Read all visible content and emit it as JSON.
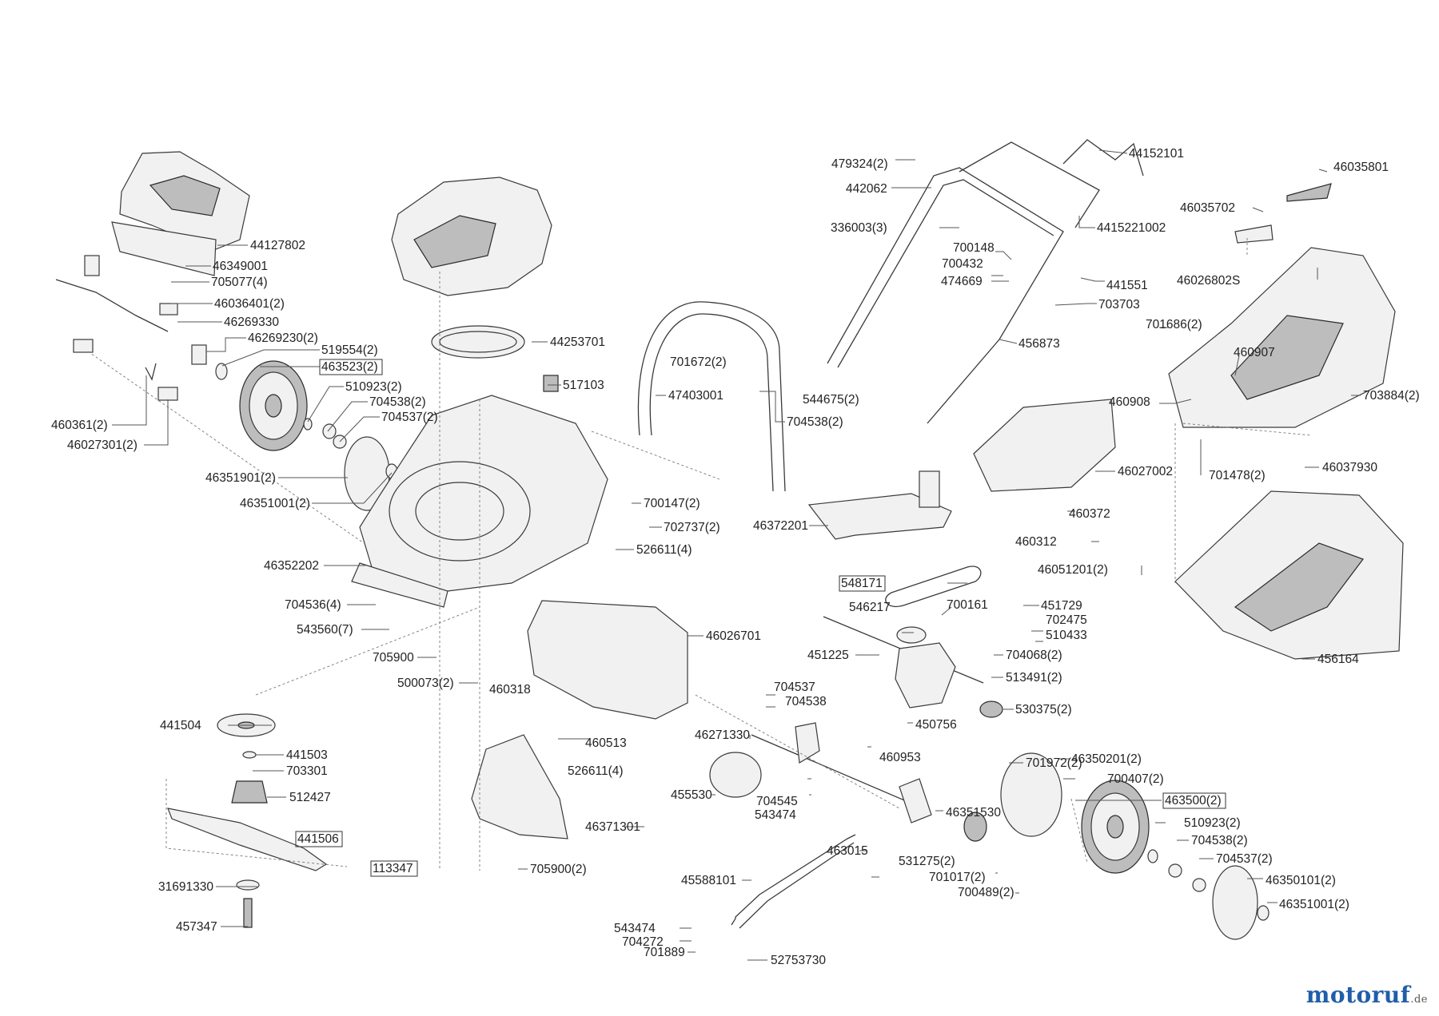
{
  "diagram": {
    "labels": [
      {
        "id": "p44127802",
        "text": "44127802",
        "side": "right",
        "boxed": false
      },
      {
        "id": "p46349001",
        "text": "46349001",
        "side": "right",
        "boxed": false
      },
      {
        "id": "p705077",
        "text": "705077(4)",
        "side": "right",
        "boxed": false
      },
      {
        "id": "p46036401",
        "text": "46036401(2)",
        "side": "right",
        "boxed": false
      },
      {
        "id": "p46269330",
        "text": "46269330",
        "side": "right",
        "boxed": false
      },
      {
        "id": "p46269230",
        "text": "46269230(2)",
        "side": "right",
        "boxed": false
      },
      {
        "id": "p519554",
        "text": "519554(2)",
        "side": "right",
        "boxed": false
      },
      {
        "id": "p463523",
        "text": "463523(2)",
        "side": "right",
        "boxed": true
      },
      {
        "id": "p510923a",
        "text": "510923(2)",
        "side": "right",
        "boxed": false
      },
      {
        "id": "p704538a",
        "text": "704538(2)",
        "side": "right",
        "boxed": false
      },
      {
        "id": "p704537a",
        "text": "704537(2)",
        "side": "right",
        "boxed": false
      },
      {
        "id": "p460361",
        "text": "460361(2)",
        "side": "left",
        "boxed": false
      },
      {
        "id": "p46027301",
        "text": "46027301(2)",
        "side": "left",
        "boxed": false
      },
      {
        "id": "p46351901",
        "text": "46351901(2)",
        "side": "left",
        "boxed": false
      },
      {
        "id": "p46351001a",
        "text": "46351001(2)",
        "side": "left",
        "boxed": false
      },
      {
        "id": "p44253701",
        "text": "44253701",
        "side": "right",
        "boxed": false
      },
      {
        "id": "p517103",
        "text": "517103",
        "side": "right",
        "boxed": false
      },
      {
        "id": "p46352202",
        "text": "46352202",
        "side": "left",
        "boxed": false
      },
      {
        "id": "p704536",
        "text": "704536(4)",
        "side": "left",
        "boxed": false
      },
      {
        "id": "p543560",
        "text": "543560(7)",
        "side": "left",
        "boxed": false
      },
      {
        "id": "p705900a",
        "text": "705900",
        "side": "left",
        "boxed": false
      },
      {
        "id": "p500073",
        "text": "500073(2)",
        "side": "left",
        "boxed": false
      },
      {
        "id": "p460318",
        "text": "460318",
        "side": "left",
        "boxed": false
      },
      {
        "id": "p441504",
        "text": "441504",
        "side": "left",
        "boxed": false
      },
      {
        "id": "p441503",
        "text": "441503",
        "side": "right",
        "boxed": false
      },
      {
        "id": "p703301",
        "text": "703301",
        "side": "right",
        "boxed": false
      },
      {
        "id": "p512427",
        "text": "512427",
        "side": "right",
        "boxed": false
      },
      {
        "id": "p441506",
        "text": "441506",
        "side": "right",
        "boxed": true
      },
      {
        "id": "p113347",
        "text": "113347",
        "side": "right",
        "boxed": true
      },
      {
        "id": "p31691330",
        "text": "31691330",
        "side": "left",
        "boxed": false
      },
      {
        "id": "p457347",
        "text": "457347",
        "side": "left",
        "boxed": false
      },
      {
        "id": "p700147",
        "text": "700147(2)",
        "side": "right",
        "boxed": false
      },
      {
        "id": "p702737",
        "text": "702737(2)",
        "side": "right",
        "boxed": false
      },
      {
        "id": "p526611a",
        "text": "526611(4)",
        "side": "right",
        "boxed": false
      },
      {
        "id": "p46026701",
        "text": "46026701",
        "side": "right",
        "boxed": false
      },
      {
        "id": "p460513",
        "text": "460513",
        "side": "left",
        "boxed": false
      },
      {
        "id": "p526611b",
        "text": "526611(4)",
        "side": "left",
        "boxed": false
      },
      {
        "id": "p46371301",
        "text": "46371301",
        "side": "right",
        "boxed": false
      },
      {
        "id": "p705900b",
        "text": "705900(2)",
        "side": "right",
        "boxed": false
      },
      {
        "id": "p47403001",
        "text": "47403001",
        "side": "right",
        "boxed": false
      },
      {
        "id": "p701672",
        "text": "701672(2)",
        "side": "left",
        "boxed": false
      },
      {
        "id": "p544675",
        "text": "544675(2)",
        "side": "right",
        "boxed": false
      },
      {
        "id": "p704538b",
        "text": "704538(2)",
        "side": "right",
        "boxed": false
      },
      {
        "id": "p46372201",
        "text": "46372201",
        "side": "left",
        "boxed": false
      },
      {
        "id": "p479324",
        "text": "479324(2)",
        "side": "left",
        "boxed": false
      },
      {
        "id": "p442062",
        "text": "442062",
        "side": "left",
        "boxed": false
      },
      {
        "id": "p336003",
        "text": "336003(3)",
        "side": "left",
        "boxed": false
      },
      {
        "id": "p44152101",
        "text": "44152101",
        "side": "right",
        "boxed": false
      },
      {
        "id": "p4415221002",
        "text": "4415221002",
        "side": "right",
        "boxed": false
      },
      {
        "id": "p700148",
        "text": "700148",
        "side": "left",
        "boxed": false
      },
      {
        "id": "p700432",
        "text": "700432",
        "side": "left",
        "boxed": false
      },
      {
        "id": "p474669",
        "text": "474669",
        "side": "left",
        "boxed": false
      },
      {
        "id": "p441551",
        "text": "441551",
        "side": "right",
        "boxed": false
      },
      {
        "id": "p703703",
        "text": "703703",
        "side": "right",
        "boxed": false
      },
      {
        "id": "p456873",
        "text": "456873",
        "side": "right",
        "boxed": false
      },
      {
        "id": "p46035801",
        "text": "46035801",
        "side": "right",
        "boxed": false
      },
      {
        "id": "p46035702",
        "text": "46035702",
        "side": "left",
        "boxed": false
      },
      {
        "id": "p46026802S",
        "text": "46026802S",
        "side": "left",
        "boxed": false
      },
      {
        "id": "p701686",
        "text": "701686(2)",
        "side": "left",
        "boxed": false
      },
      {
        "id": "p460907",
        "text": "460907",
        "side": "left",
        "boxed": false
      },
      {
        "id": "p703884",
        "text": "703884(2)",
        "side": "right",
        "boxed": false
      },
      {
        "id": "p460908",
        "text": "460908",
        "side": "left",
        "boxed": false
      },
      {
        "id": "p701478",
        "text": "701478(2)",
        "side": "right",
        "boxed": false
      },
      {
        "id": "p46037930",
        "text": "46037930",
        "side": "right",
        "boxed": false
      },
      {
        "id": "p46027002",
        "text": "46027002",
        "side": "right",
        "boxed": false
      },
      {
        "id": "p460372",
        "text": "460372",
        "side": "right",
        "boxed": false
      },
      {
        "id": "p460312",
        "text": "460312",
        "side": "left",
        "boxed": false
      },
      {
        "id": "p46051201",
        "text": "46051201(2)",
        "side": "left",
        "boxed": false
      },
      {
        "id": "p548171",
        "text": "548171",
        "side": "left",
        "boxed": true
      },
      {
        "id": "p546217",
        "text": "546217",
        "side": "left",
        "boxed": false
      },
      {
        "id": "p700161",
        "text": "700161",
        "side": "right",
        "boxed": false
      },
      {
        "id": "p451729",
        "text": "451729",
        "side": "right",
        "boxed": false
      },
      {
        "id": "p702475",
        "text": "702475",
        "side": "right",
        "boxed": false
      },
      {
        "id": "p510433",
        "text": "510433",
        "side": "right",
        "boxed": false
      },
      {
        "id": "p451225",
        "text": "451225",
        "side": "left",
        "boxed": false
      },
      {
        "id": "p704068",
        "text": "704068(2)",
        "side": "right",
        "boxed": false
      },
      {
        "id": "p513491",
        "text": "513491(2)",
        "side": "right",
        "boxed": false
      },
      {
        "id": "p530375",
        "text": "530375(2)",
        "side": "right",
        "boxed": false
      },
      {
        "id": "p456164",
        "text": "456164",
        "side": "right",
        "boxed": false
      },
      {
        "id": "p704537b",
        "text": "704537",
        "side": "right",
        "boxed": false
      },
      {
        "id": "p704538c",
        "text": "704538",
        "side": "right",
        "boxed": false
      },
      {
        "id": "p450756",
        "text": "450756",
        "side": "right",
        "boxed": false
      },
      {
        "id": "p460953",
        "text": "460953",
        "side": "right",
        "boxed": false
      },
      {
        "id": "p46271330",
        "text": "46271330",
        "side": "left",
        "boxed": false
      },
      {
        "id": "p455530",
        "text": "455530",
        "side": "left",
        "boxed": false
      },
      {
        "id": "p704545",
        "text": "704545",
        "side": "left",
        "boxed": false
      },
      {
        "id": "p543474a",
        "text": "543474",
        "side": "left",
        "boxed": false
      },
      {
        "id": "p46351530",
        "text": "46351530",
        "side": "right",
        "boxed": false
      },
      {
        "id": "p463015",
        "text": "463015",
        "side": "left",
        "boxed": false
      },
      {
        "id": "p531275",
        "text": "531275(2)",
        "side": "right",
        "boxed": false
      },
      {
        "id": "p701017",
        "text": "701017(2)",
        "side": "left",
        "boxed": false
      },
      {
        "id": "p700489",
        "text": "700489(2)",
        "side": "left",
        "boxed": false
      },
      {
        "id": "p45588101",
        "text": "45588101",
        "side": "left",
        "boxed": false
      },
      {
        "id": "p543474b",
        "text": "543474",
        "side": "left",
        "boxed": false
      },
      {
        "id": "p704272",
        "text": "704272",
        "side": "left",
        "boxed": false
      },
      {
        "id": "p701889",
        "text": "701889",
        "side": "left",
        "boxed": false
      },
      {
        "id": "p52753730",
        "text": "52753730",
        "side": "right",
        "boxed": false
      },
      {
        "id": "p701972",
        "text": "701972(2)",
        "side": "right",
        "boxed": false
      },
      {
        "id": "p46350201",
        "text": "46350201(2)",
        "side": "right",
        "boxed": false
      },
      {
        "id": "p700407",
        "text": "700407(2)",
        "side": "right",
        "boxed": false
      },
      {
        "id": "p463500",
        "text": "463500(2)",
        "side": "right",
        "boxed": true
      },
      {
        "id": "p510923b",
        "text": "510923(2)",
        "side": "right",
        "boxed": false
      },
      {
        "id": "p704538d",
        "text": "704538(2)",
        "side": "right",
        "boxed": false
      },
      {
        "id": "p704537c",
        "text": "704537(2)",
        "side": "right",
        "boxed": false
      },
      {
        "id": "p46350101",
        "text": "46350101(2)",
        "side": "right",
        "boxed": false
      },
      {
        "id": "p46351001b",
        "text": "46351001(2)",
        "side": "right",
        "boxed": false
      }
    ]
  },
  "watermark": {
    "brand_main": "motoruf",
    "brand_suffix": ".de",
    "accent": "#1f5fa8",
    "accent2": "#d9822b"
  }
}
